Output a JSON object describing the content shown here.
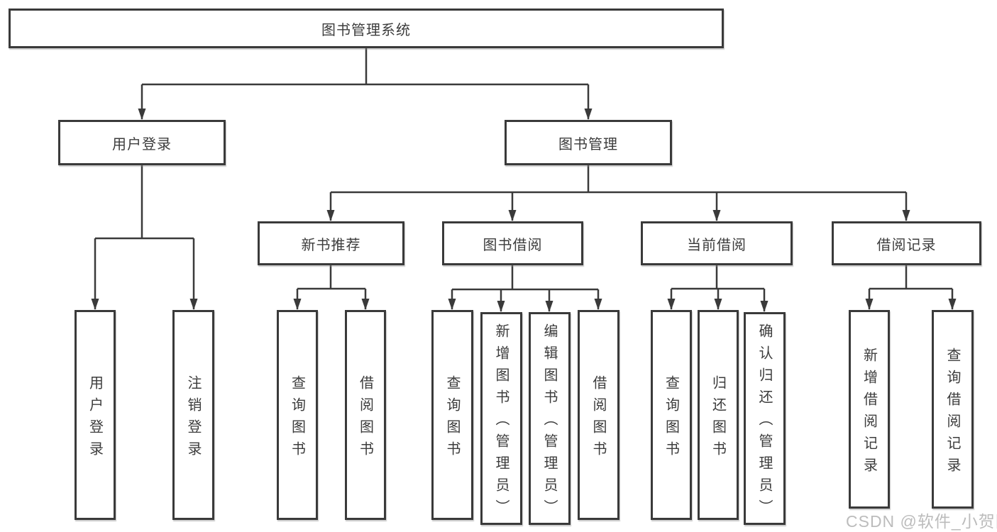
{
  "theme": {
    "line-color": "#3a3a3a",
    "box-border": "#3a3a3a",
    "text-color": "#3c3c3c",
    "watermark-color": "#bcbcbc",
    "bg": "#ffffff"
  },
  "diagram_type": "hierarchy-tree",
  "tree": {
    "label": "图书管理系统",
    "children": [
      {
        "label": "用户登录",
        "children": [
          {
            "label": "用户登录"
          },
          {
            "label": "注销登录"
          }
        ]
      },
      {
        "label": "图书管理",
        "children": [
          {
            "label": "新书推荐",
            "children": [
              {
                "label": "查询图书"
              },
              {
                "label": "借阅图书"
              }
            ]
          },
          {
            "label": "图书借阅",
            "children": [
              {
                "label": "查询图书"
              },
              {
                "label": "新增图书（管理员）"
              },
              {
                "label": "编辑图书（管理员）"
              },
              {
                "label": "借阅图书"
              }
            ]
          },
          {
            "label": "当前借阅",
            "children": [
              {
                "label": "查询图书"
              },
              {
                "label": "归还图书"
              },
              {
                "label": "确认归还（管理员）"
              }
            ]
          },
          {
            "label": "借阅记录",
            "children": [
              {
                "label": "新增借阅记录"
              },
              {
                "label": "查询借阅记录"
              }
            ]
          }
        ]
      }
    ]
  },
  "watermark": {
    "text": "CSDN @软件_小贺同学"
  }
}
